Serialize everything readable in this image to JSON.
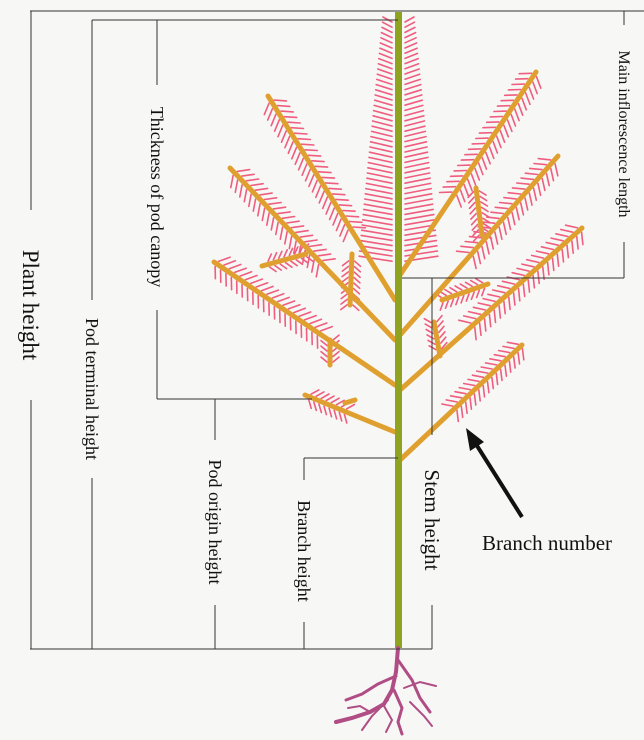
{
  "labels": {
    "plant_height": "Plant height",
    "pod_terminal_height": "Pod terminal height",
    "thickness_of_pod_canopy": "Thickness of pod canopy",
    "pod_origin_height": "Pod origin height",
    "branch_height": "Branch height",
    "stem_height": "Stem height",
    "main_inflorescence_length": "Main inflorescence length",
    "branch_number": "Branch number"
  },
  "colors": {
    "stem": "#8fa320",
    "branch": "#e0a030",
    "pods": "#ef5d7f",
    "root": "#b04d85",
    "guide_lines": "#333333"
  }
}
